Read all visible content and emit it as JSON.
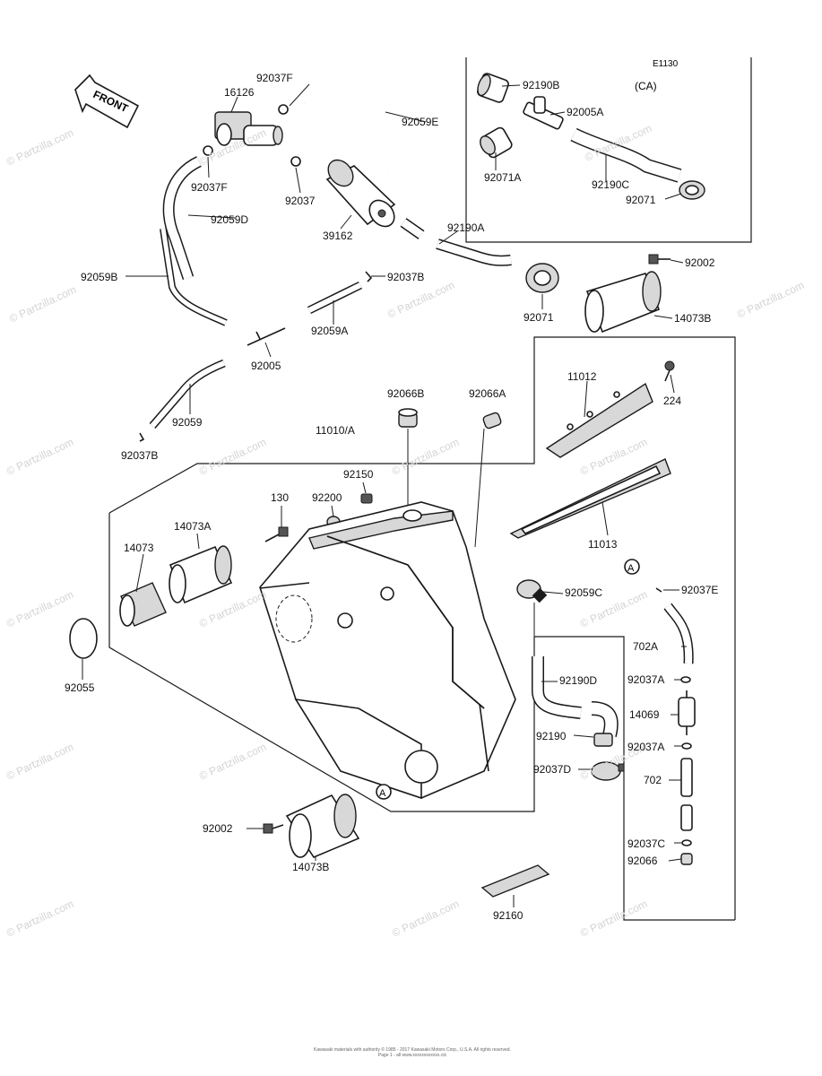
{
  "diagram_code": "E1130",
  "group_label": "(CA)",
  "front_label": "FRONT",
  "marker_a": "A",
  "watermark": "© Partzilla.com",
  "footer_text": "Kawasaki materials with authority © 1985 - 2017 Kawasaki Motors Corp., U.S.A. All rights reserved. Page 1 - all www.xxxxxxxxxxxx.ctc",
  "labels": {
    "p92037f_top": "92037F",
    "p16126": "16126",
    "p92059e": "92059E",
    "p92037f_side": "92037F",
    "p92059d": "92059D",
    "p92037": "92037",
    "p39162": "39162",
    "p92059b": "92059B",
    "p92190a": "92190A",
    "p92037b_top": "92037B",
    "p92059a": "92059A",
    "p92005": "92005",
    "p92059": "92059",
    "p92037b_low": "92037B",
    "p92190b": "92190B",
    "p92005a": "92005A",
    "p92071a": "92071A",
    "p92190c": "92190C",
    "p92071_box": "92071",
    "p92002_top": "92002",
    "p92071": "92071",
    "p14073b_top": "14073B",
    "p11012": "11012",
    "p224": "224",
    "p92066b": "92066B",
    "p92066a": "92066A",
    "p11010a": "11010/A",
    "p92150": "92150",
    "p130": "130",
    "p92200": "92200",
    "p14073a": "14073A",
    "p14073": "14073",
    "p11013": "11013",
    "p92037e": "92037E",
    "p92059c": "92059C",
    "p702a": "702A",
    "p92055": "92055",
    "p92190d": "92190D",
    "p92037a_1": "92037A",
    "p14069": "14069",
    "p92190": "92190",
    "p92037a_2": "92037A",
    "p92037d": "92037D",
    "p702": "702",
    "p92002_low": "92002",
    "p14073b_low": "14073B",
    "p92037c": "92037C",
    "p92066": "92066",
    "p92160": "92160"
  }
}
